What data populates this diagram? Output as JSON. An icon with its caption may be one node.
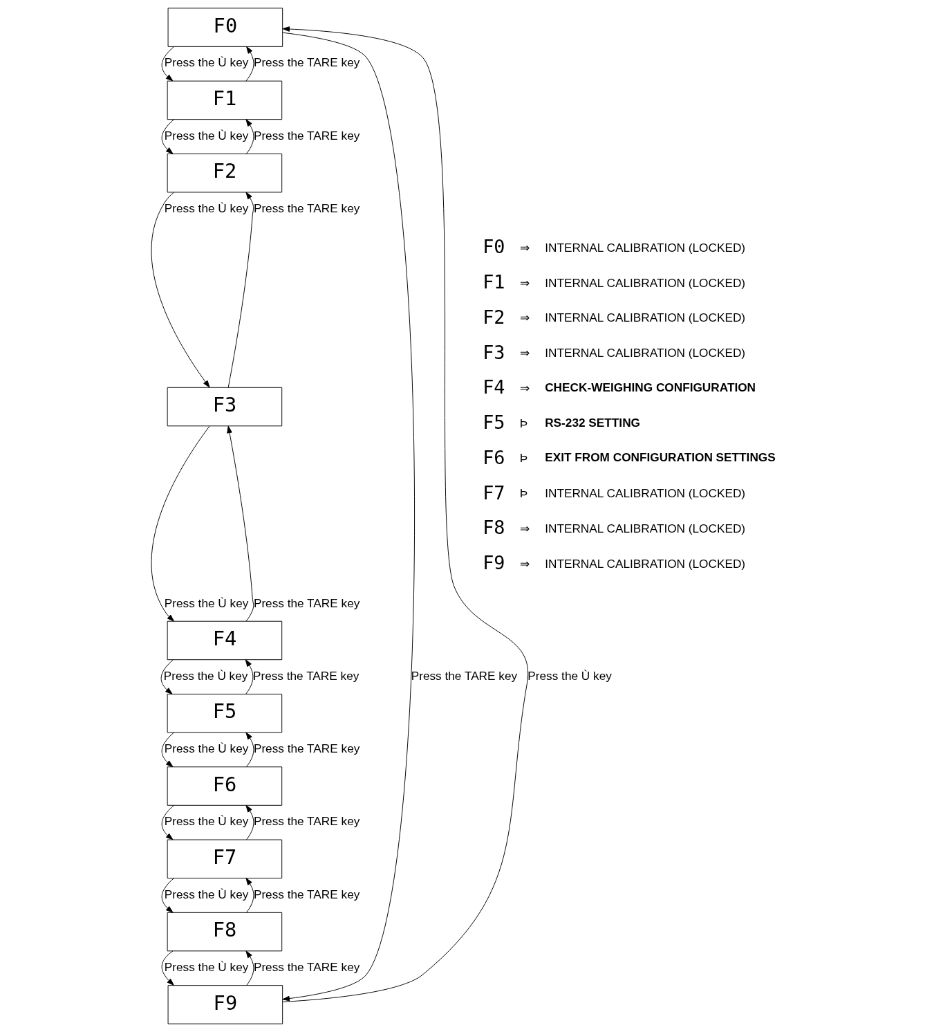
{
  "diagram": {
    "nodes": [
      {
        "text": [
          "F0"
        ]
      },
      {
        "text": [
          "F1"
        ]
      },
      {
        "text": [
          "F2"
        ]
      },
      {
        "text": [
          "F3"
        ]
      },
      {
        "text": [
          "F4"
        ]
      },
      {
        "text": [
          "F5"
        ]
      },
      {
        "text": [
          "F6"
        ]
      },
      {
        "text": [
          "F7"
        ]
      },
      {
        "text": [
          "F8"
        ]
      },
      {
        "text": [
          "F9"
        ]
      }
    ],
    "edges": [
      {
        "from": 0,
        "to": 1,
        "arrow": "to",
        "label": "Press the Ù key"
      },
      {
        "from": 1,
        "to": 0,
        "arrow": "to",
        "label": "Press the TARE key"
      },
      {
        "from": 1,
        "to": 2,
        "arrow": "to",
        "label": "Press the Ù key"
      },
      {
        "from": 2,
        "to": 1,
        "arrow": "to",
        "label": "Press the TARE key"
      },
      {
        "from": 2,
        "to": 3,
        "arrow": "to",
        "label": "Press the Ù key"
      },
      {
        "from": 3,
        "to": 2,
        "arrow": "to",
        "label": "Press the TARE key"
      },
      {
        "from": 3,
        "to": 4,
        "arrow": "to",
        "label": "Press the Ù key"
      },
      {
        "from": 4,
        "to": 3,
        "arrow": "to",
        "label": "Press the TARE key"
      },
      {
        "from": 4,
        "to": 5,
        "arrow": "to",
        "label": "Press the Ù key"
      },
      {
        "from": 5,
        "to": 4,
        "arrow": "to",
        "label": "Press the TARE key"
      },
      {
        "from": 5,
        "to": 6,
        "arrow": "to",
        "label": "Press the Ù key"
      },
      {
        "from": 6,
        "to": 5,
        "arrow": "to",
        "label": "Press the TARE key"
      },
      {
        "from": 6,
        "to": 7,
        "arrow": "to",
        "label": "Press the Ù key"
      },
      {
        "from": 7,
        "to": 6,
        "arrow": "to",
        "label": "Press the TARE key"
      },
      {
        "from": 7,
        "to": 8,
        "arrow": "to",
        "label": "Press the Ù key"
      },
      {
        "from": 8,
        "to": 7,
        "arrow": "to",
        "label": "Press the TARE key"
      },
      {
        "from": 8,
        "to": 9,
        "arrow": "to",
        "label": "Press the Ù key"
      },
      {
        "from": 9,
        "to": 8,
        "arrow": "to",
        "label": "Press the TARE key"
      },
      {
        "from": 9,
        "to": 0,
        "arrow": "to",
        "label": "Press the Ù key"
      },
      {
        "from": 0,
        "to": 9,
        "arrow": "to",
        "label": "Press the TARE key"
      }
    ],
    "labels": [
      "F0",
      "⇒",
      "INTERNAL CALIBRATION (LOCKED)",
      "F1",
      "⇒",
      "INTERNAL CALIBRATION (LOCKED)",
      "F2",
      "⇒",
      "INTERNAL CALIBRATION (LOCKED)",
      "F3",
      "⇒",
      "INTERNAL CALIBRATION (LOCKED)",
      "F4",
      "⇒",
      "CHECK-WEIGHING CONFIGURATION",
      "F5",
      "Þ",
      "RS-232 SETTING",
      "F6",
      "Þ",
      "EXIT FROM CONFIGURATION SETTINGS",
      "F7",
      "Þ",
      "INTERNAL CALIBRATION (LOCKED)",
      "F8",
      "⇒",
      "INTERNAL CALIBRATION (LOCKED)",
      "F9",
      "⇒",
      "INTERNAL CALIBRATION (LOCKED)"
    ]
  }
}
